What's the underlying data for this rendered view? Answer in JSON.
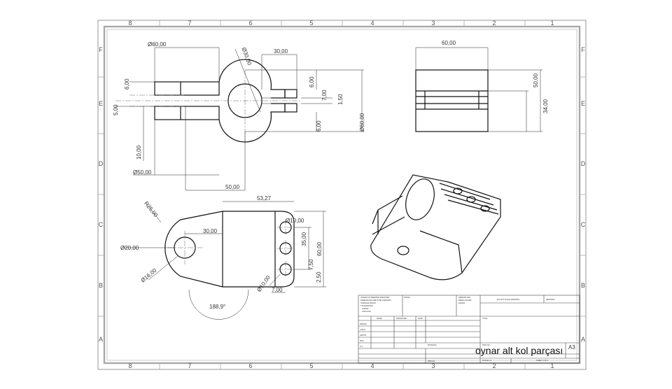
{
  "zones": {
    "columns": [
      "8",
      "7",
      "6",
      "5",
      "4",
      "3",
      "2",
      "1"
    ],
    "rows": [
      "F",
      "E",
      "D",
      "C",
      "B",
      "A"
    ]
  },
  "front_view": {
    "dims": {
      "d60": "Ø60,00",
      "d30": "Ø30,00",
      "w30": "30,00",
      "h600_top": "6,00",
      "w600_left": "6,00",
      "d5": "5,00",
      "d700": "7,00",
      "d150": "1,50",
      "h600_bot": "6,00",
      "d60_right": "Ø60,00",
      "d10": "10,00",
      "d50_left": "Ø50,00",
      "w50": "50,00"
    }
  },
  "side_view": {
    "dims": {
      "w60": "60,00",
      "h50": "50,00",
      "h34": "34,00"
    }
  },
  "top_view": {
    "dims": {
      "w53": "53,27",
      "r25": "R25,00",
      "w30": "30,00",
      "d10": "Ø10,00",
      "d20": "Ø20,00",
      "h35": "35,00",
      "h60": "60,00",
      "d16": "Ø16,00",
      "h7_50": "7,50",
      "h2_50": "2,50",
      "d10b": "Ø10,00",
      "w700": "7,00",
      "angle": "188,9°"
    }
  },
  "title_block": {
    "unless": [
      "UNLESS OTHERWISE SPECIFIED:",
      "DIMENSIONS ARE IN MILLIMETERS",
      "SURFACE FINISH:",
      "TOLERANCES:",
      "LINEAR:",
      "ANGULAR:"
    ],
    "finish": "FINISH:",
    "deburr": [
      "DEBURR AND",
      "BREAK SHARP",
      "EDGES"
    ],
    "do_not_scale": "DO NOT SCALE DRAWING",
    "revision": "REVISION",
    "header_cols": [
      "NAME",
      "SIGNATURE",
      "DATE"
    ],
    "rows": [
      "DRAWN",
      "CHK'D",
      "APPV'D",
      "MFG",
      "Q.A"
    ],
    "title_label": "TITLE:",
    "material": "MATERIAL:",
    "dwg_no": "DWG NO.",
    "part_name": "oynar alt kol parçası",
    "size": "A3",
    "weight": "WEIGHT:",
    "scale": "SCALE:1:1",
    "sheet": "SHEET 1 OF 1"
  }
}
